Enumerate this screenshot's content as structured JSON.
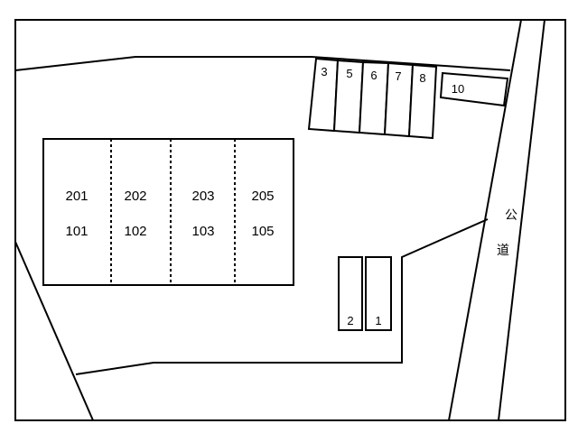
{
  "building": {
    "units": [
      {
        "upper": "201",
        "lower": "101"
      },
      {
        "upper": "202",
        "lower": "102"
      },
      {
        "upper": "203",
        "lower": "103"
      },
      {
        "upper": "205",
        "lower": "105"
      }
    ]
  },
  "parking_top": [
    "3",
    "5",
    "6",
    "7",
    "8"
  ],
  "parking_extra": "10",
  "parking_bottom": [
    "2",
    "1"
  ],
  "road": {
    "label_1": "公",
    "label_2": "道"
  },
  "colors": {
    "line": "#000000",
    "background": "#ffffff"
  }
}
